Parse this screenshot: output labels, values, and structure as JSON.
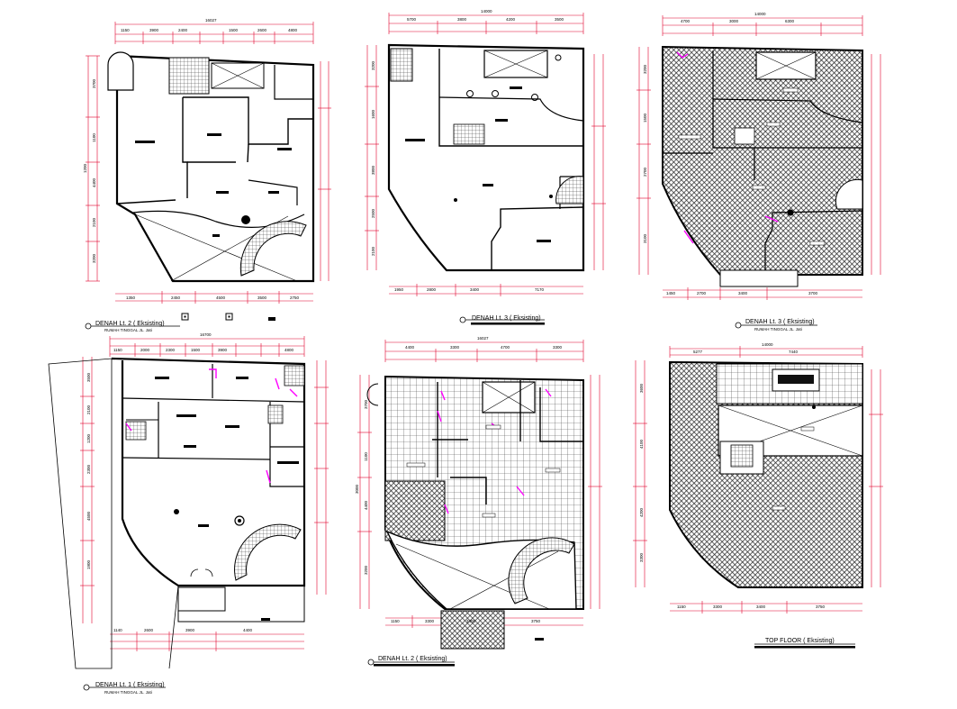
{
  "colors": {
    "dimension_line": "#e0002a",
    "wall": "#000000",
    "door": "#ff00ff",
    "hatch_fill": "#222222",
    "tile_grid": "#333333",
    "background": "#ffffff"
  },
  "plans": [
    {
      "id": "lt2-existing-top",
      "caption": "DENAH Lt. 2 ( Eksisting)",
      "subtitle": "RUMAH TINGGAL JL. Jati",
      "style": "outline"
    },
    {
      "id": "lt3-existing-top",
      "caption": "DENAH Lt. 3 ( Eksisting)",
      "subtitle": "",
      "style": "outline"
    },
    {
      "id": "lt3-existing-hatched",
      "caption": "DENAH Lt. 3 ( Eksisting)",
      "subtitle": "RUMAH TINGGAL JL. Jati",
      "style": "hatched"
    },
    {
      "id": "lt1-existing",
      "caption": "DENAH Lt. 1 ( Eksisting)",
      "subtitle": "RUMAH TINGGAL JL. Jati",
      "style": "outline"
    },
    {
      "id": "lt2-existing-tiled",
      "caption": "DENAH Lt. 2 ( Eksisting)",
      "subtitle": "",
      "style": "tiled"
    },
    {
      "id": "top-floor-existing",
      "caption": "TOP FLOOR ( Eksisting)",
      "subtitle": "",
      "style": "hatched"
    }
  ],
  "dimensions": {
    "lt2_top_overall": "16027",
    "lt3_top_overall": "14000",
    "lt3_hatched_overall": "14000",
    "lt1_overall": "16700",
    "lt2_tiled_overall": "16027",
    "top_overall": "14000",
    "lt2_top_segments": [
      "1150",
      "3900",
      "2400",
      "1500",
      "2600",
      "4800"
    ],
    "lt3_top_segments": [
      "5700",
      "3800",
      "4200",
      "3500"
    ],
    "lt3_hatched_segments": [
      "4700",
      "3000",
      "6300"
    ],
    "lt1_segments": [
      "1150",
      "2000",
      "2300",
      "1500",
      "3900",
      "4800"
    ],
    "lt2_tiled_segments": [
      "4400",
      "3300",
      "4700",
      "3300"
    ],
    "top_segments": [
      "5277",
      "7440"
    ],
    "lt2_top_bottom": [
      "1350",
      "2450",
      "4500",
      "3500",
      "2750"
    ],
    "lt3_top_bottom": [
      "1950",
      "2800",
      "3400",
      "7170"
    ],
    "lt3_hatched_bottom": [
      "1450",
      "2700",
      "3400",
      "3700"
    ],
    "lt1_bottom": [
      "1140",
      "2600",
      "3900",
      "4400"
    ],
    "lt2_tiled_bottom": [
      "1150",
      "3300",
      "3400",
      "3750"
    ],
    "top_bottom": [
      "1150",
      "3300",
      "3400",
      "3750"
    ],
    "lt2_top_left": [
      "3700",
      "1100",
      "4400",
      "2100",
      "3200",
      "1200"
    ],
    "lt3_top_left": [
      "3200",
      "1600",
      "3800",
      "2500",
      "2100"
    ],
    "lt3_hatched_left": [
      "3200",
      "1500",
      "2700",
      "3100"
    ],
    "lt1_left": [
      "3500",
      "2100",
      "1200",
      "2300",
      "4500",
      "1900"
    ],
    "lt2_tiled_left": [
      "3700",
      "1100",
      "4400",
      "3200",
      "3000"
    ],
    "top_left": [
      "3600",
      "4100",
      "4200",
      "3300"
    ]
  }
}
